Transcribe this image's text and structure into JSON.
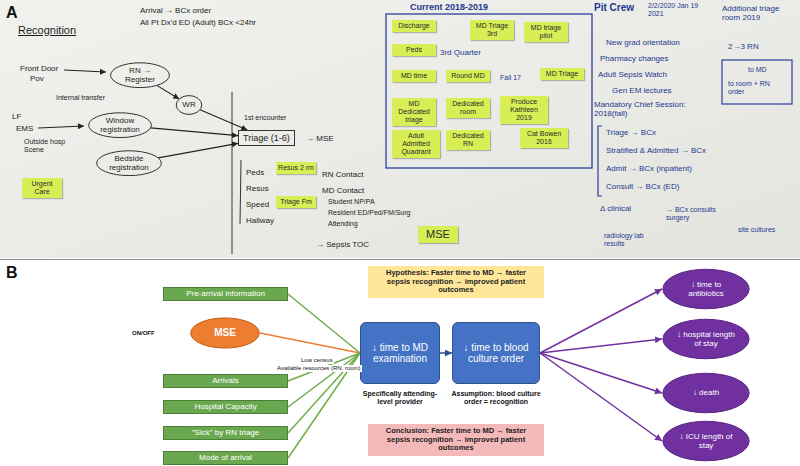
{
  "diagram": {
    "nodes": [
      {
        "text": [
          "RN → Register"
        ]
      },
      {
        "text": [
          "WR"
        ]
      },
      {
        "text": [
          "Window registration"
        ]
      },
      {
        "text": [
          "Bedside registration"
        ]
      },
      {
        "text": [
          "Triage (1-6)"
        ]
      },
      {
        "text": [
          "Urgent Care"
        ]
      },
      {
        "text": [
          "Resus 2 rm"
        ]
      },
      {
        "text": [
          "Triage Fm"
        ]
      },
      {
        "text": [
          "Discharge"
        ]
      },
      {
        "text": [
          "MD Triage 3rd"
        ]
      },
      {
        "text": [
          "MD triage pilot"
        ]
      },
      {
        "text": [
          "Peds"
        ]
      },
      {
        "text": [
          "MD time"
        ]
      },
      {
        "text": [
          "Round MD"
        ]
      },
      {
        "text": [
          "MD Triage"
        ]
      },
      {
        "text": [
          "MD Dedicated triage"
        ]
      },
      {
        "text": [
          "Dedicated room"
        ]
      },
      {
        "text": [
          "Produce Kathleen 2019"
        ]
      },
      {
        "text": [
          "Adult Admitted Quadrant"
        ]
      },
      {
        "text": [
          "Dedicated RN"
        ]
      },
      {
        "text": [
          "Cat Bowen 2016"
        ]
      },
      {
        "text": [
          "MSE"
        ]
      },
      {
        "text": [
          "Pre-arrival information"
        ]
      },
      {
        "text": [
          "MSE"
        ]
      },
      {
        "text": [
          "Arrivals"
        ]
      },
      {
        "text": [
          "Hospital Capacity"
        ]
      },
      {
        "text": [
          "\"Sick\" by RN triage"
        ]
      },
      {
        "text": [
          "Mode of arrival"
        ]
      },
      {
        "text": [
          "Hypothesis: Faster time to MD → faster sepsis recognition → improved patient outcomes"
        ]
      },
      {
        "text": [
          "↓ time to MD examination"
        ]
      },
      {
        "text": [
          "↓ time to blood culture order"
        ]
      },
      {
        "text": [
          "Conclusion: Faster time to MD → faster sepsis recognition → improved patient outcomes"
        ]
      },
      {
        "text": [
          "↓ time to antibiotics"
        ]
      },
      {
        "text": [
          "↓ hospital length of stay"
        ]
      },
      {
        "text": [
          "↓ death"
        ]
      },
      {
        "text": [
          "↓ ICU length of stay"
        ]
      }
    ],
    "edges": [
      {
        "from": 0,
        "to": 1,
        "arrow": "to"
      },
      {
        "from": 1,
        "to": 4,
        "arrow": "to"
      },
      {
        "from": 2,
        "to": 4,
        "arrow": "to"
      },
      {
        "from": 3,
        "to": 4,
        "arrow": "to"
      },
      {
        "from": 22,
        "to": 29,
        "arrow": "none"
      },
      {
        "from": 23,
        "to": 29,
        "arrow": "none"
      },
      {
        "from": 24,
        "to": 29,
        "arrow": "none"
      },
      {
        "from": 25,
        "to": 29,
        "arrow": "none"
      },
      {
        "from": 26,
        "to": 29,
        "arrow": "none"
      },
      {
        "from": 27,
        "to": 29,
        "arrow": "none"
      },
      {
        "from": 29,
        "to": 30,
        "arrow": "to"
      },
      {
        "from": 30,
        "to": 32,
        "arrow": "to"
      },
      {
        "from": 30,
        "to": 33,
        "arrow": "to"
      },
      {
        "from": 30,
        "to": 34,
        "arrow": "to"
      },
      {
        "from": 30,
        "to": 35,
        "arrow": "to"
      }
    ],
    "labels": [
      "A",
      "Recognition",
      "Arrival → BCx order",
      "All Pt Dx'd ED (Adult) BCx <24hr",
      "Front Door",
      "Pov",
      "Internal transfer",
      "LF",
      "EMS",
      "Outside hosp Scene",
      "1st encounter",
      "→ MSE",
      "Peds",
      "Resus",
      "Speed",
      "Hallway",
      "RN Contact",
      "MD Contact",
      "Student NP/PA",
      "Resident ED/Ped/FM/Surg",
      "Attending",
      "→ Sepsis TOC",
      "Current 2018-2019",
      "3rd Quarter",
      "Fall 17",
      "Pit Crew",
      "2/2/2020 Jan 19 2021",
      "Additional triage room 2019",
      "New grad orientation",
      "Pharmacy changes",
      "Adult Sepsis Watch",
      "Gen EM lectures",
      "Mandatory Chief Session: 2018(fall)",
      "2→3 RN",
      "to MD",
      "to room + RN order",
      "Triage → BCx",
      "Stratified & Admitted → BCx",
      "Admit → BCx (inpatient)",
      "Consult → BCx (ED)",
      "Δ clinical",
      "radiology lab results",
      "→ BCx consults surgery",
      "site cultures",
      "B",
      "ON/OFF",
      "Low census",
      "Available resources (RN, room)",
      "Specifically attending-level provider",
      "Assumption: blood culture order = recognition"
    ]
  }
}
